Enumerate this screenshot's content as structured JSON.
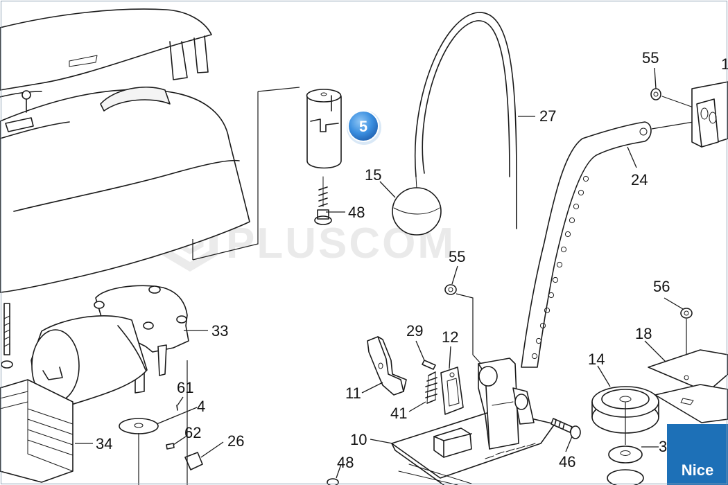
{
  "badge": {
    "label": "5",
    "color": "#3b8fe0"
  },
  "watermark": {
    "text": "PLUSCOM"
  },
  "brand": {
    "text": "Nice",
    "color": "#1d70b7"
  },
  "callouts": {
    "c55a": "55",
    "c27": "27",
    "c24": "24",
    "c15": "15",
    "c48a": "48",
    "c55b": "55",
    "c56": "56",
    "c33": "33",
    "c29": "29",
    "c12": "12",
    "c18": "18",
    "c14": "14",
    "c11": "11",
    "c41": "41",
    "c61": "61",
    "c4": "4",
    "c62": "62",
    "c26": "26",
    "c34": "34",
    "c10": "10",
    "c46": "46",
    "c48b": "48",
    "c3": "3",
    "c1": "1"
  }
}
